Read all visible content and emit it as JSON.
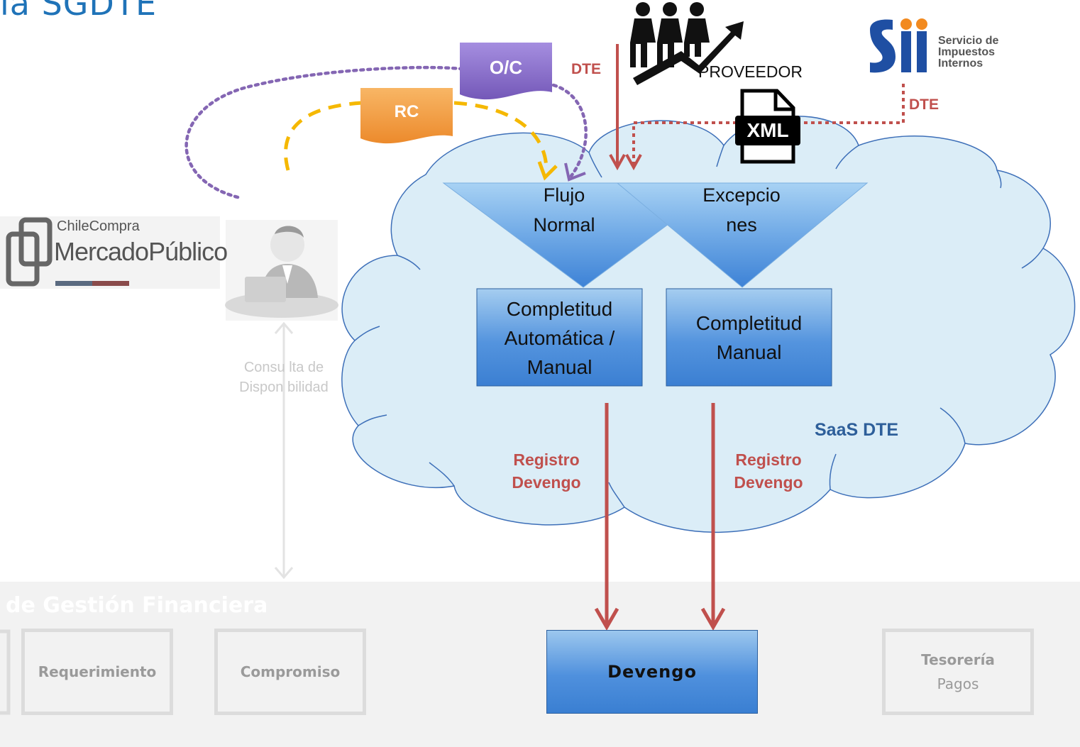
{
  "title": "la SGDTE",
  "cloud": {
    "label": "SaaS DTE",
    "flujo_normal": [
      "Flujo",
      "Normal"
    ],
    "excepciones": [
      "Excepcio",
      "nes"
    ],
    "completitud_auto": [
      "Completitud",
      "Automática /",
      "Manual"
    ],
    "completitud_manual": [
      "Completitud",
      "Manual"
    ],
    "registro_left": [
      "Registro",
      "Devengo"
    ],
    "registro_right": [
      "Registro",
      "Devengo"
    ]
  },
  "documents": {
    "oc": "O/C",
    "rc": "RC",
    "xml": "XML"
  },
  "actors": {
    "proveedor": "PROVEEDOR",
    "dte_top": "DTE",
    "dte_sii": "DTE",
    "sii": [
      "Servicio de",
      "Impuestos",
      "Internos"
    ],
    "chilecompra_small": "ChileCompra",
    "chilecompra_big": "MercadoPúblico",
    "consulta": [
      "Consu lta de",
      "Dispon bilidad"
    ]
  },
  "sgf": {
    "title": "de Gestión Financiera",
    "requerimiento": "Requerimiento",
    "compromiso": "Compromiso",
    "devengo": "Devengo",
    "tesoreria": "Tesorería",
    "pagos": "Pagos"
  },
  "colors": {
    "title_blue": "#1f73b8",
    "cloud_fill": "#dbedf7",
    "cloud_stroke": "#3d6fb8",
    "arrow_red": "#c0504d",
    "oc_purple": "#8c70c6",
    "rc_orange": "#f29a3f",
    "dashed_yellow": "#f5b800",
    "dotted_purple": "#8466b3"
  }
}
